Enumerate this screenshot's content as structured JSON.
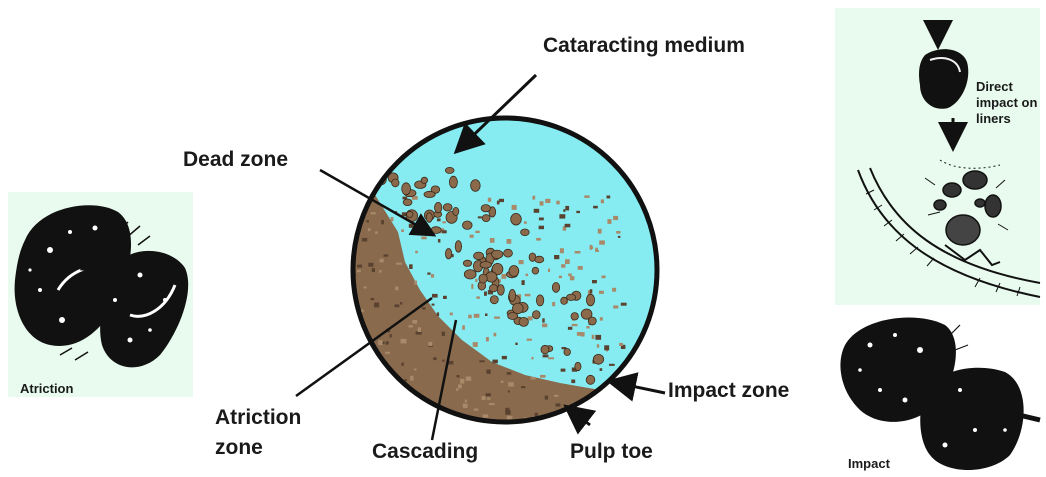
{
  "diagram": {
    "labels": {
      "cataracting": "Cataracting medium",
      "dead_zone": "Dead zone",
      "atriction_zone_line1": "Atriction",
      "atriction_zone_line2": "zone",
      "cascading": "Cascading",
      "pulp_toe": "Pulp toe",
      "impact_zone": "Impact zone"
    },
    "insets": {
      "atriction": "Atriction",
      "direct_impact_line1": "Direct",
      "direct_impact_line2": "impact on",
      "direct_impact_line3": "liners",
      "impact": "Impact"
    },
    "colors": {
      "mill_fill": "#86ecf2",
      "charge": "#8a6a4d",
      "rock": "#8b6a4c",
      "inset_bg": "#e9fbef",
      "ink": "#111111"
    }
  }
}
